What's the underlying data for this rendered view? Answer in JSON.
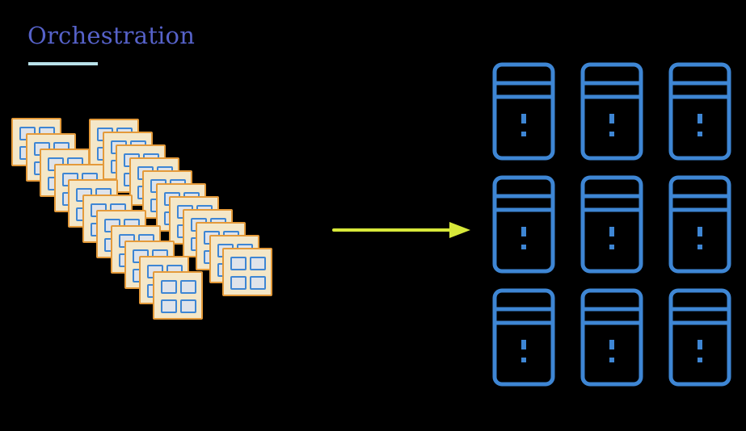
{
  "slide": {
    "title": "Orchestration"
  },
  "colors": {
    "background": "#000000",
    "title": "#5662c9",
    "underline": "#b9e2ea",
    "container_border": "#e49a3a",
    "container_fill": "#f4e7c8",
    "container_cell_border": "#3e86d4",
    "container_cell_fill": "#dfe3ea",
    "arrow": "#d7e83a",
    "server_stroke": "#3e86d4"
  },
  "icons": {
    "container": "container-box-icon",
    "arrow": "right-arrow-icon",
    "server": "server-tower-icon"
  },
  "diagram": {
    "containers_count": 22,
    "servers_count": 9,
    "server_grid": "3x3"
  }
}
